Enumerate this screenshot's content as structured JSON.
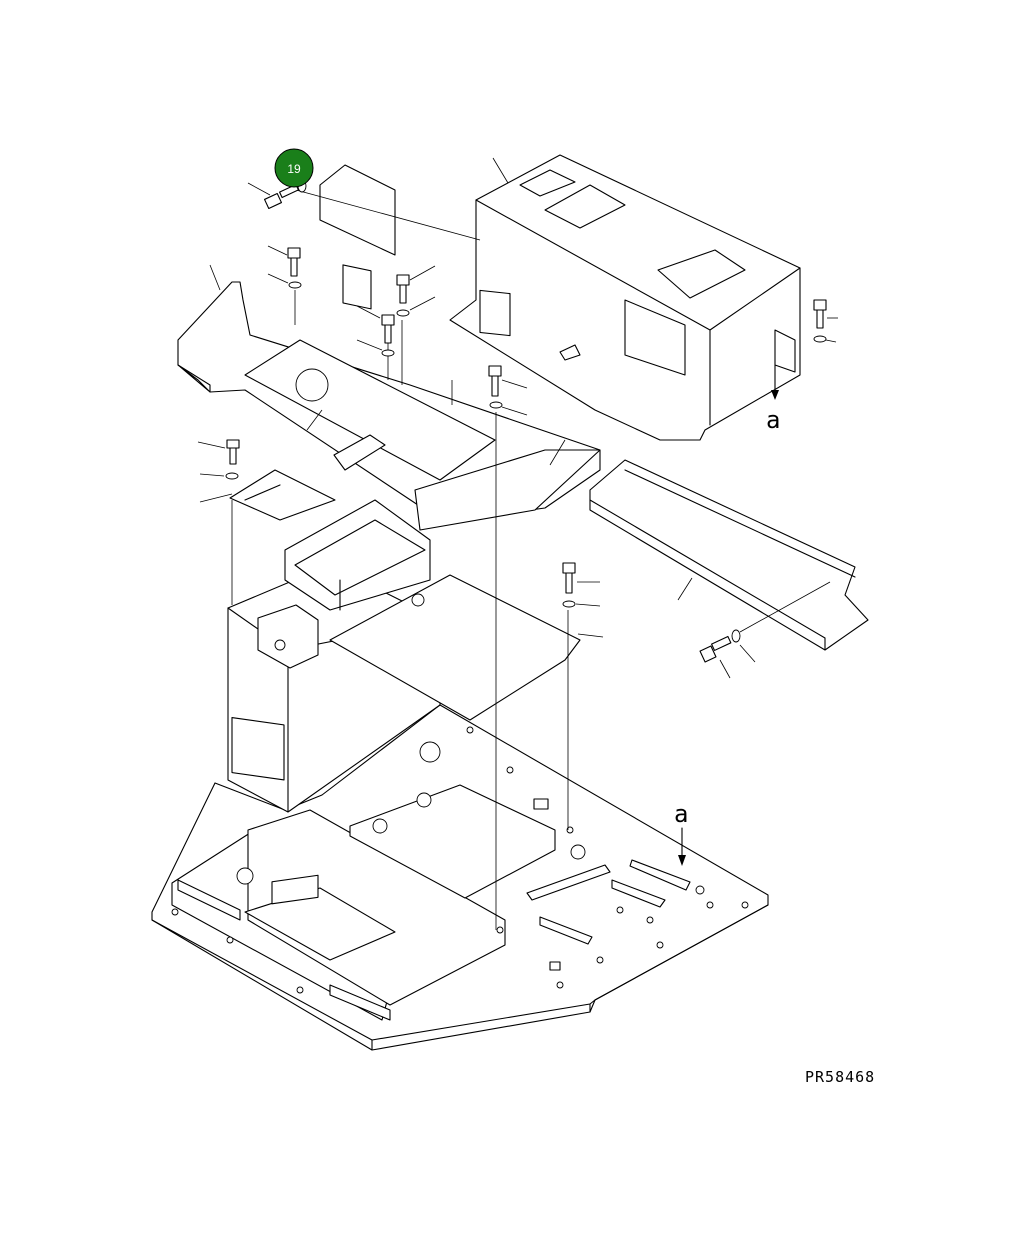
{
  "callouts": [
    {
      "label": "19",
      "color": "#1a7f1a"
    }
  ],
  "view_markers": {
    "upper": "a",
    "lower": "a"
  },
  "drawing_code": "PR58468"
}
